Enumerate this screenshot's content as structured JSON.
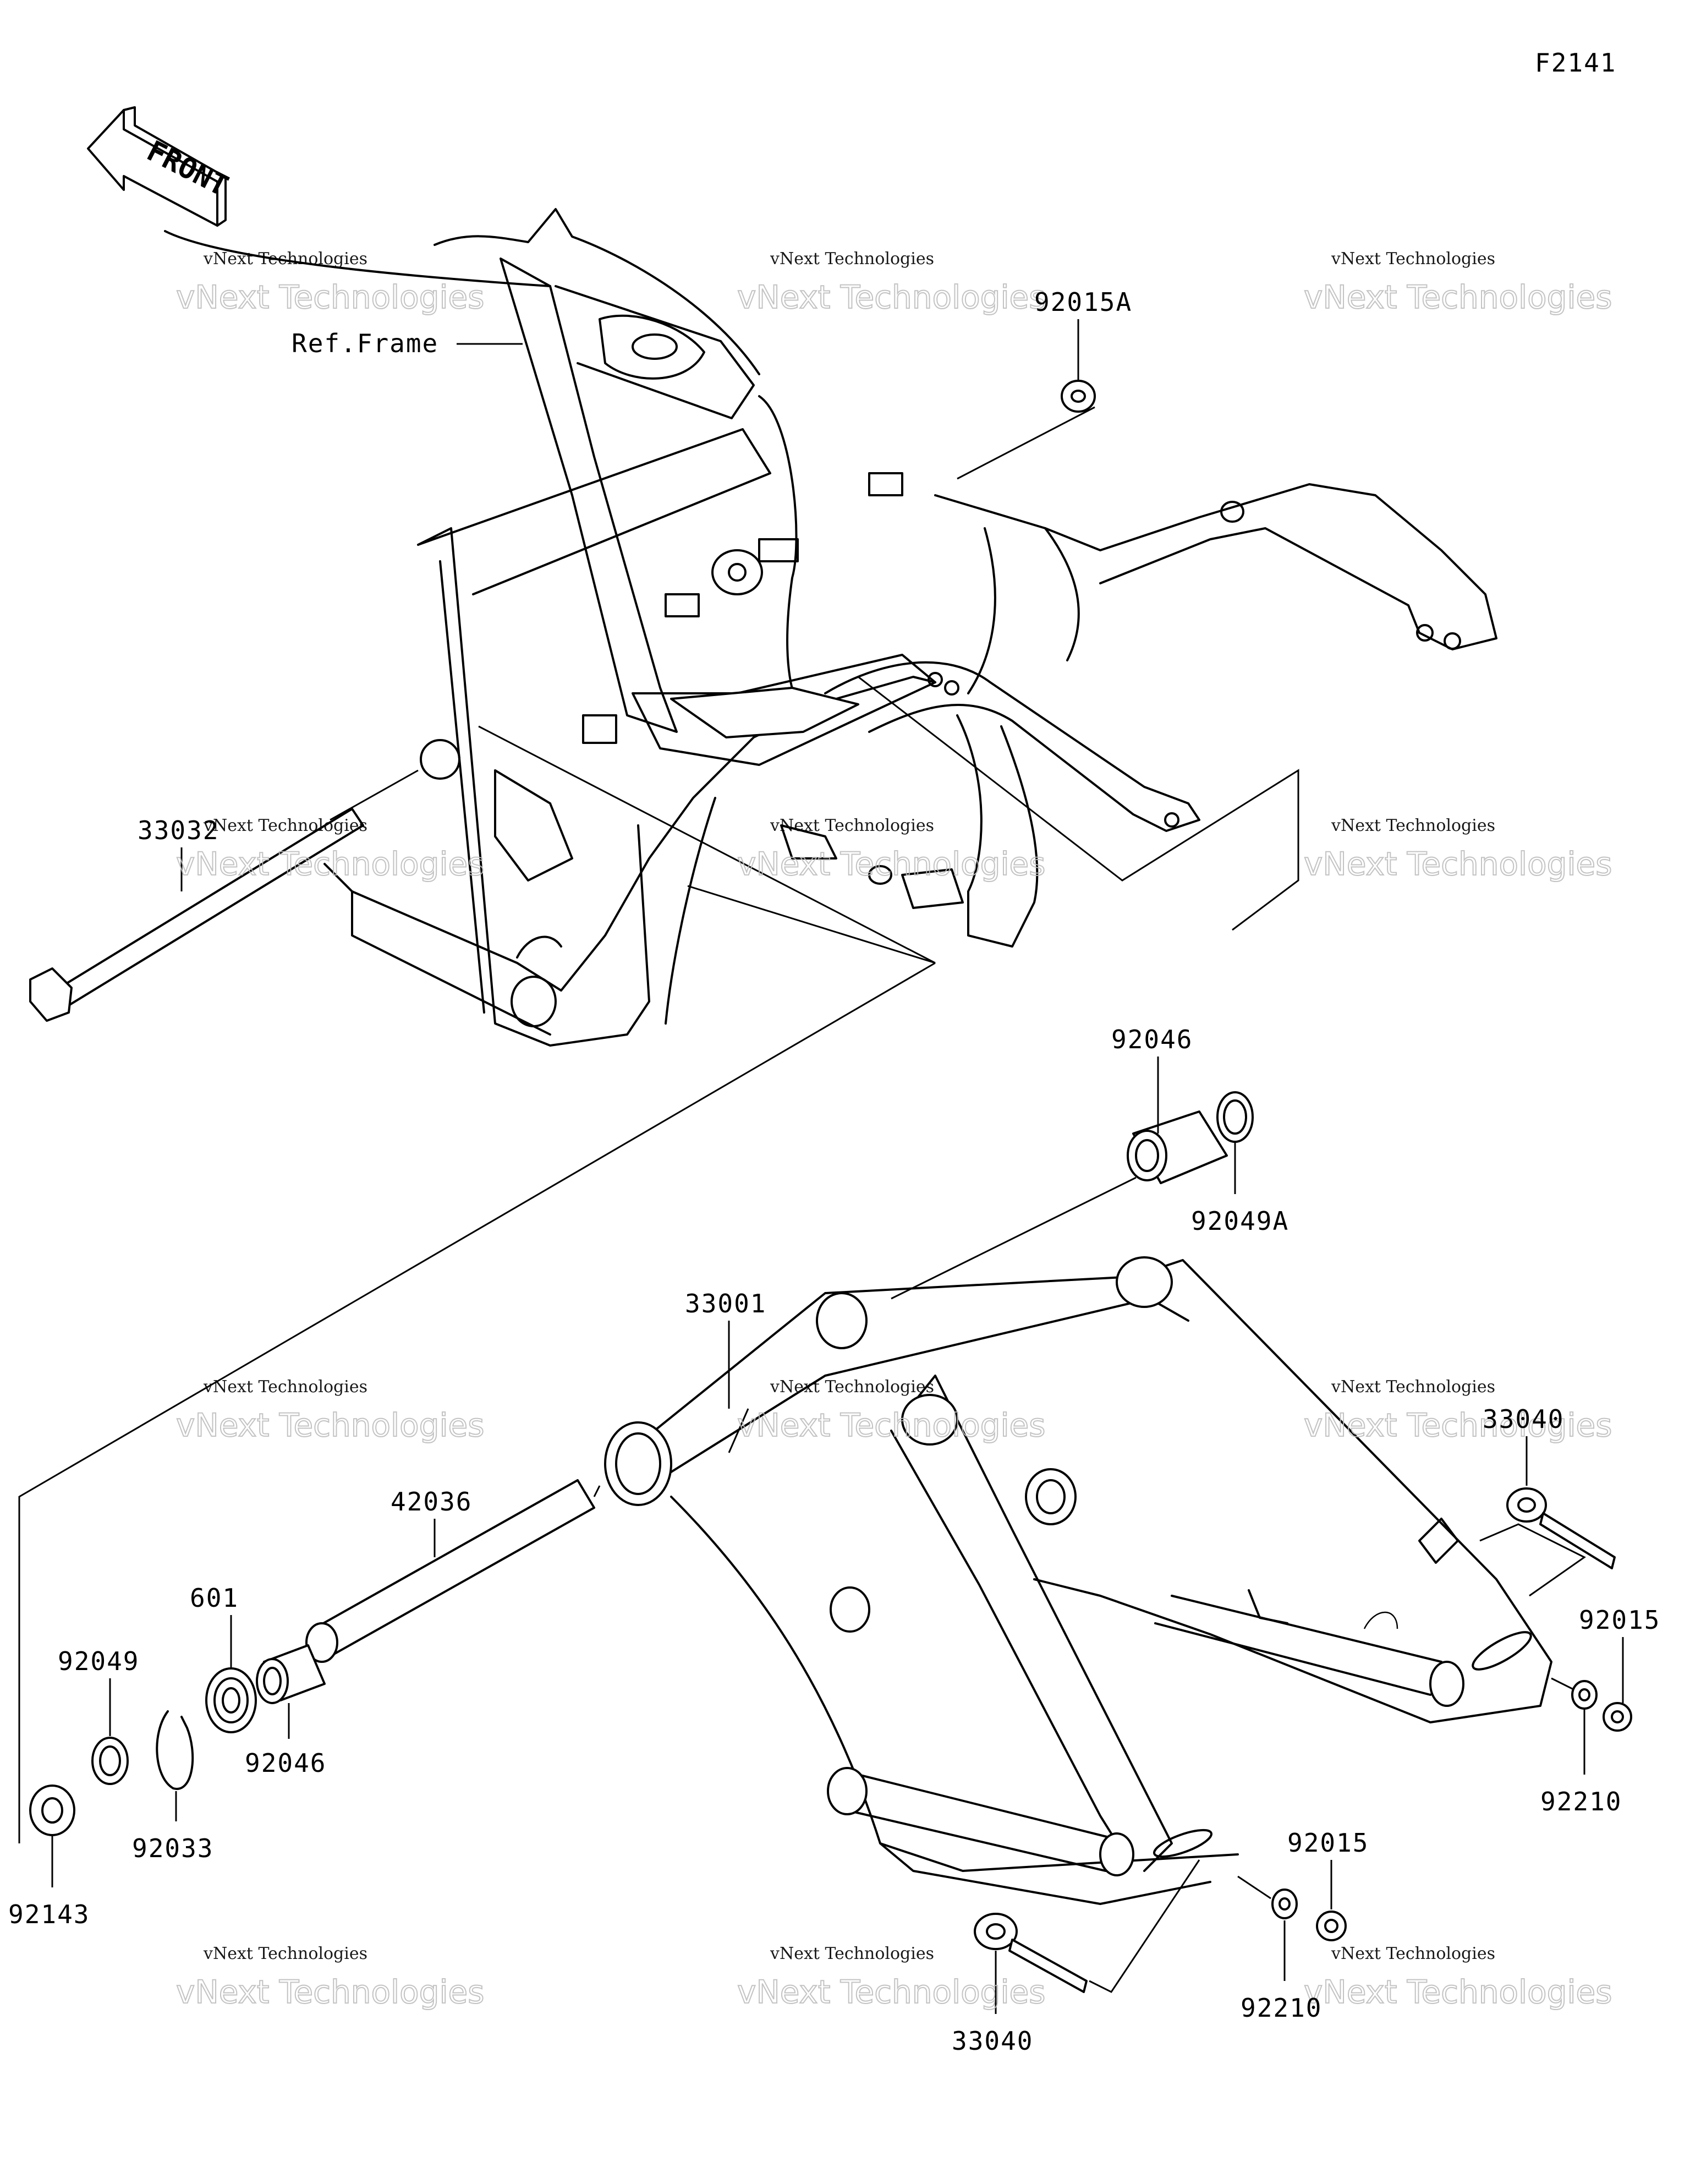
{
  "diagram_code": "F2141",
  "front_arrow_text": "FRONT",
  "watermark": {
    "line1": "vNext Technologies",
    "line2": "vNext\nTechnologies"
  },
  "labels": {
    "ref_frame": "Ref.Frame",
    "p92015A": "92015A",
    "p33032": "33032",
    "p92046_top": "92046",
    "p92049A": "92049A",
    "p33001": "33001",
    "p33040_right": "33040",
    "p92015_right": "92015",
    "p92210_right": "92210",
    "p42036": "42036",
    "p601": "601",
    "p92049": "92049",
    "p92046_bottom": "92046",
    "p92033": "92033",
    "p92143": "92143",
    "p92015_bottom": "92015",
    "p92210_bottom": "92210",
    "p33040_bottom": "33040"
  },
  "icons": [
    "front-arrow-icon"
  ]
}
